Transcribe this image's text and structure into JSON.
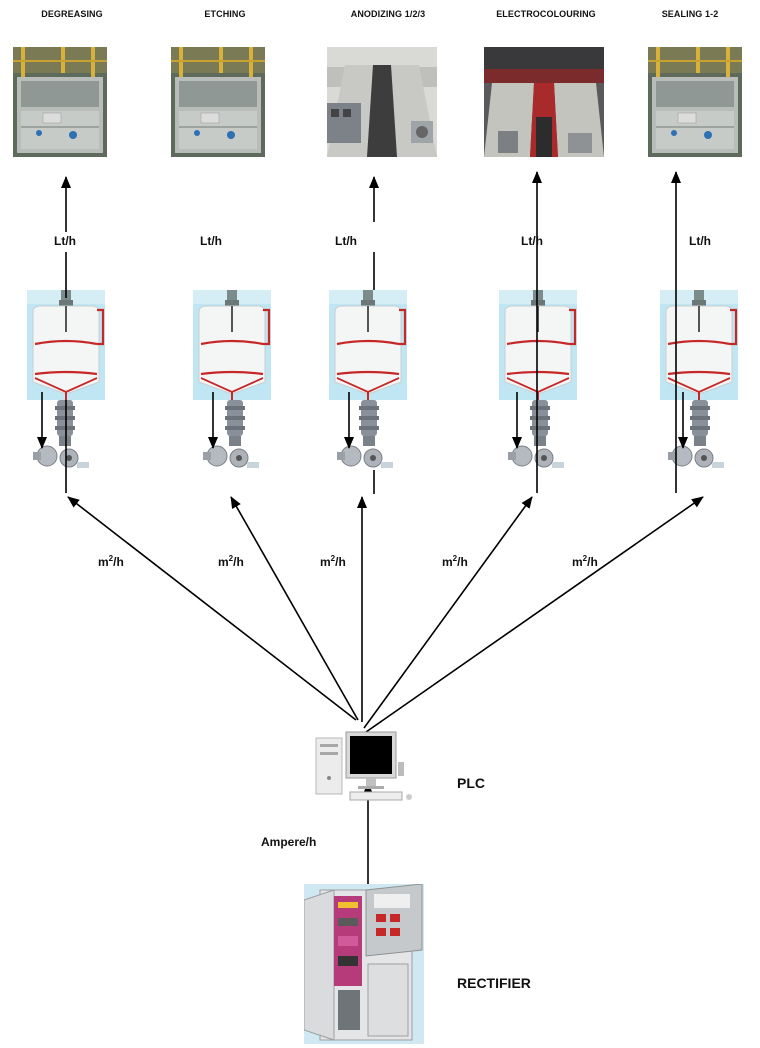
{
  "stages": [
    {
      "title": "DEGREASING",
      "flow_label": "Lt/h",
      "area_label": "m",
      "area_unit": "2",
      "area_suffix": "/h"
    },
    {
      "title": "ETCHING",
      "flow_label": "Lt/h",
      "area_label": "m",
      "area_unit": "2",
      "area_suffix": "/h"
    },
    {
      "title": "ANODIZING 1/2/3",
      "flow_label": "Lt/h",
      "area_label": "m",
      "area_unit": "2",
      "area_suffix": "/h"
    },
    {
      "title": "ELECTROCOLOURING",
      "flow_label": "Lt/h",
      "area_label": "m",
      "area_unit": "2",
      "area_suffix": "/h"
    },
    {
      "title": "SEALING 1-2",
      "flow_label": "Lt/h",
      "area_label": "m",
      "area_unit": "2",
      "area_suffix": "/h"
    }
  ],
  "plc": {
    "label": "PLC"
  },
  "rectifier": {
    "label": "RECTIFIER",
    "link_label": "Ampere/h"
  },
  "colors": {
    "tank_bg": "#bfe6f2",
    "pipe_red": "#c62828",
    "steel": "#9aa0a6",
    "arrow": "#000000"
  }
}
